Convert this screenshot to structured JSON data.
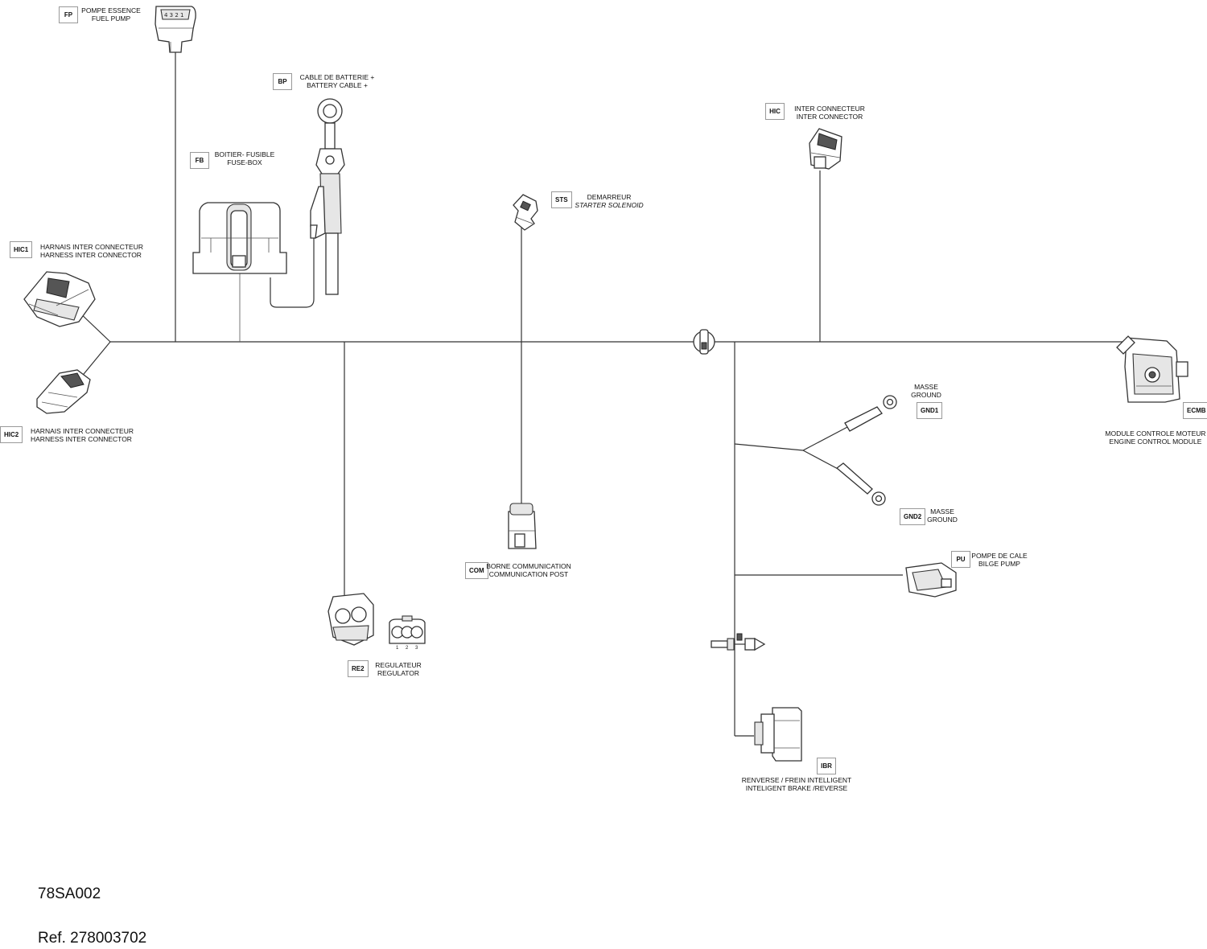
{
  "components": {
    "fp": {
      "code": "FP",
      "line1": "POMPE ESSENCE",
      "line2": "FUEL PUMP"
    },
    "bp": {
      "code": "BP",
      "line1": "CABLE DE BATTERIE +",
      "line2": "BATTERY CABLE +"
    },
    "fb": {
      "code": "FB",
      "line1": "BOITIER- FUSIBLE",
      "line2": "FUSE-BOX"
    },
    "hic": {
      "code": "HIC",
      "line1": "INTER CONNECTEUR",
      "line2": "INTER CONNECTOR"
    },
    "sts": {
      "code": "STS",
      "line1": "DEMARREUR",
      "line2": "STARTER SOLENOID"
    },
    "hic1": {
      "code": "HIC1",
      "line1": "HARNAIS INTER CONNECTEUR",
      "line2": "HARNESS INTER CONNECTOR"
    },
    "hic2": {
      "code": "HIC2",
      "line1": "HARNAIS INTER CONNECTEUR",
      "line2": "HARNESS INTER CONNECTOR"
    },
    "gnd1": {
      "code": "GND1",
      "line1": "MASSE",
      "line2": "GROUND"
    },
    "ecmb": {
      "code": "ECMB",
      "line1": "MODULE CONTROLE MOTEUR",
      "line2": "ENGINE CONTROL MODULE"
    },
    "gnd2": {
      "code": "GND2",
      "line1": "MASSE",
      "line2": "GROUND"
    },
    "com": {
      "code": "COM",
      "line1": "BORNE COMMUNICATION",
      "line2": "COMMUNICATION POST"
    },
    "pu": {
      "code": "PU",
      "line1": "POMPE DE CALE",
      "line2": "BILGE PUMP"
    },
    "re2": {
      "code": "RE2",
      "line1": "REGULATEUR",
      "line2": "REGULATOR"
    },
    "ibr": {
      "code": "IBR",
      "line1": "RENVERSE / FREIN INTELLIGENT",
      "line2": "INTELIGENT BRAKE /REVERSE"
    }
  },
  "regulator_pins": [
    "1",
    "2",
    "3"
  ],
  "footer": {
    "drawing_number": "78SA002",
    "reference": "Ref. 278003702"
  }
}
